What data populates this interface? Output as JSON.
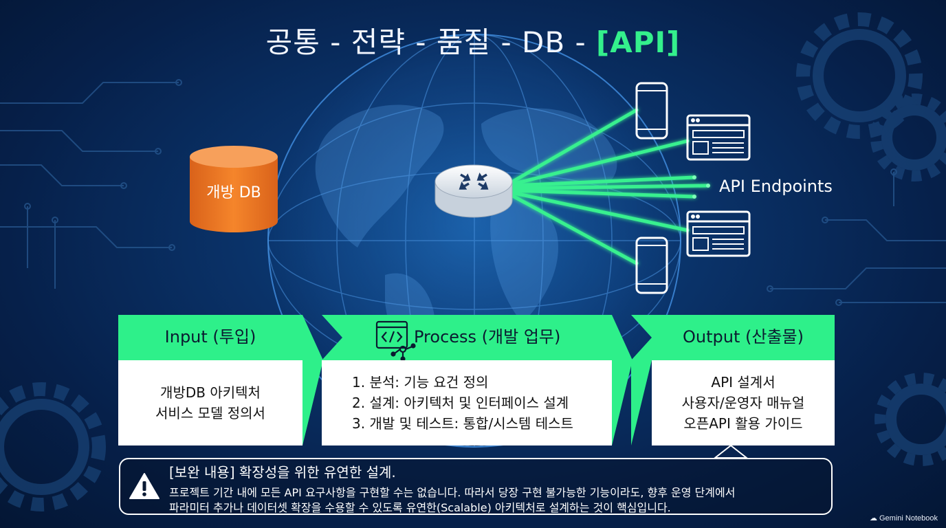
{
  "title": {
    "prefix": "공통 - 전략 - 품질 - DB - ",
    "accent": "[API]"
  },
  "database": {
    "label": "개방 DB"
  },
  "endpoints": {
    "label": "API Endpoints"
  },
  "colors": {
    "accent": "#34f08c",
    "database": "#f07a22",
    "background": "#06204a"
  },
  "steps": {
    "input": {
      "title": "Input (투입)",
      "items": [
        "개방DB 아키텍처",
        "서비스 모델 정의서"
      ]
    },
    "process": {
      "title": "Process (개발 업무)",
      "icon": "code-network-icon",
      "items": [
        "1. 분석: 기능 요건 정의",
        "2. 설계: 아키텍처 및 인터페이스 설계",
        "3. 개발 및 테스트: 통합/시스템 테스트"
      ]
    },
    "output": {
      "title": "Output (산출물)",
      "items": [
        "API 설계서",
        "사용자/운영자 매뉴얼",
        "오픈API 활용 가이드"
      ]
    }
  },
  "note": {
    "icon": "warning-icon",
    "title": "[보완 내용] 확장성을 위한 유연한 설계.",
    "lines": [
      "프로젝트 기간 내에 모든 API 요구사항을 구현할 수는 없습니다. 따라서 당장 구현 불가능한 기능이라도, 향후 운영 단계에서",
      "파라미터 추가나 데이터셋 확장을 수용할 수 있도록 유연한(Scalable) 아키텍처로 설계하는 것이 핵심입니다."
    ]
  },
  "watermark": "Gemini Notebook"
}
